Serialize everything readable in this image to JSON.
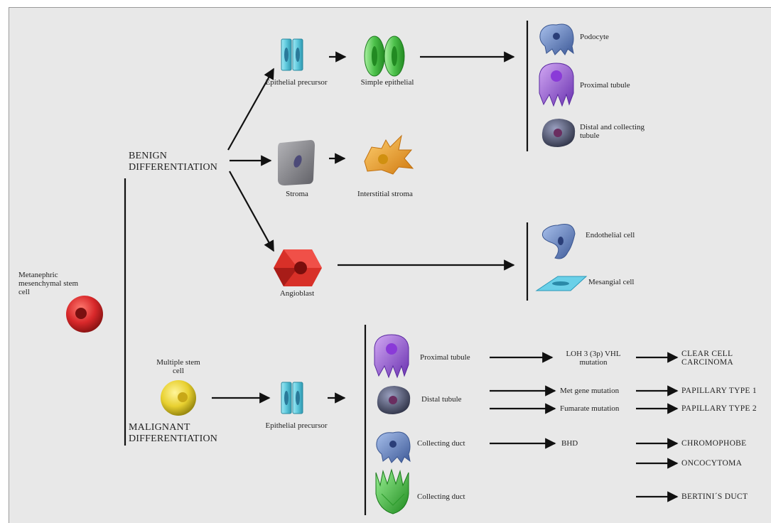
{
  "root": {
    "label": "Metanephric mesenchymal stem cell"
  },
  "benign": {
    "heading": "BENIGN DIFFERENTIATION",
    "epithelial_precursor": "Epithelial precursor",
    "simple_epithelial": "Simple epithelial",
    "stroma": "Stroma",
    "interstitial_stroma": "Interstitial stroma",
    "angioblast": "Angioblast",
    "epithelial_outcomes": [
      "Podocyte",
      "Proximal tubule",
      "Distal and collecting tubule"
    ],
    "vascular_outcomes": [
      "Endothelial cell",
      "Mesangial cell"
    ]
  },
  "malignant": {
    "heading": "MALIGNANT DIFFERENTIATION",
    "multiple_stem_cell": "Multiple stem cell",
    "epithelial_precursor": "Epithelial precursor",
    "rows": [
      {
        "cell": "Proximal tubule",
        "mutation": "LOH 3 (3p) VHL mutation",
        "result": "CLEAR CELL CARCINOMA"
      },
      {
        "cell": "Distal tubule",
        "mutation": "Met gene mutation",
        "result": "PAPILLARY TYPE 1"
      },
      {
        "cell": "",
        "mutation": "Fumarate mutation",
        "result": "PAPILLARY TYPE 2"
      },
      {
        "cell": "Collecting duct",
        "mutation": "BHD",
        "result": "CHROMOPHOBE"
      },
      {
        "cell": "",
        "mutation": "",
        "result": "ONCOCYTOMA"
      },
      {
        "cell": "Collecting duct",
        "mutation": "",
        "result": "BERTINI´S DUCT"
      }
    ]
  },
  "colors": {
    "root_cell": "#d8282a",
    "epithelial_precursor": "#5ec8dc",
    "simple_epithelial": "#4cc04a",
    "stroma": "#8a8a90",
    "interstitial_stroma": "#f0a030",
    "angioblast": "#d83028",
    "podocyte": "#6c88c8",
    "proximal_tubule": "#9a62d8",
    "distal_tubule": "#545a78",
    "endothelial": "#6a82b0",
    "mesangial": "#6ad0e8",
    "multiple_stem_cell": "#e8d030",
    "bertini": "#3ec040"
  }
}
